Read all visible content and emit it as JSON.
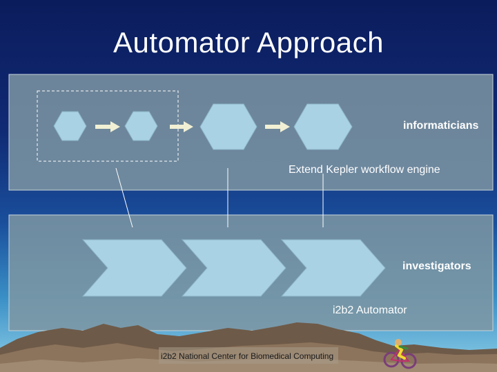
{
  "slide": {
    "title": "Automator Approach"
  },
  "top_panel": {
    "role_label": "informaticians",
    "caption": "Extend Kepler workflow engine"
  },
  "bottom_panel": {
    "role_label": "investigators",
    "caption": "i2b2 Automator"
  },
  "footer": {
    "text": "i2b2 National Center for Biomedical Computing"
  },
  "colors": {
    "shape_fill": "#a9d2e4",
    "panel_fill": "#7e97a2",
    "arrow_fill": "#f2f0d4"
  },
  "icons": [
    "mountain-landscape",
    "cyclist-icon"
  ]
}
